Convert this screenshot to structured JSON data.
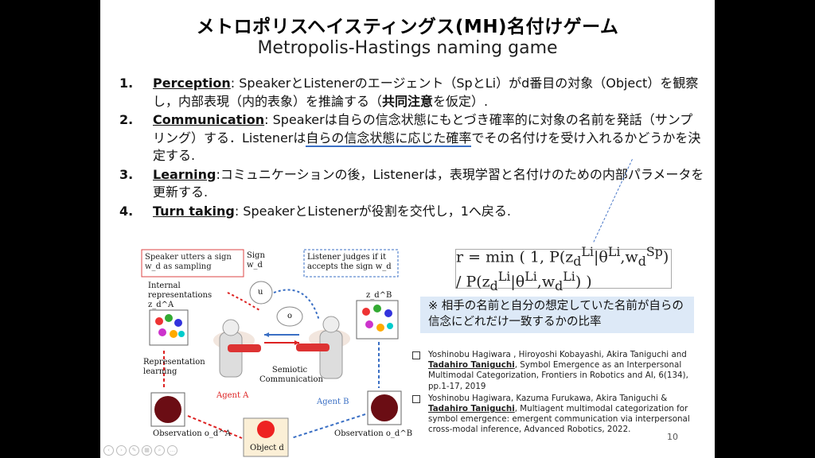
{
  "slide": {
    "title_ja": "メトロポリスヘイスティングス(MH)名付けゲーム",
    "title_en": "Metropolis-Hastings naming game",
    "steps": [
      {
        "num": "1.",
        "term": "Perception",
        "a": ": SpeakerとListenerのエージェント（SpとLi）がd番目の対象（Object）を観察し，内部表現（内的表象）を推論する（",
        "bold": "共同注意",
        "b": "を仮定）."
      },
      {
        "num": "2.",
        "term": "Communication",
        "a": ": Speakerは自らの信念状態にもとづき確率的に対象の名前を発話（サンプリング）する．Listenerは",
        "u": "自らの信念状態に応じた確率",
        "b": "でその名付けを受け入れるかどうかを決定する."
      },
      {
        "num": "3.",
        "term": "Learning",
        "a": ":コミュニケーションの後，Listenerは，表現学習と名付けのための内部パラメータを更新する."
      },
      {
        "num": "4.",
        "term": "Turn taking",
        "a": ": SpeakerとListenerが役割を交代し，1へ戻る."
      }
    ],
    "note": "※ 相手の名前と自分の想定していた名前が自らの信念にどれだけ一致するかの比率",
    "references": [
      {
        "pre": "Yoshinobu Hagiwara , Hiroyoshi Kobayashi, Akira Taniguchi and ",
        "bold": "Tadahiro Taniguchi",
        "post": ", Symbol Emergence as an Interpersonal Multimodal Categorization, Frontiers in Robotics and AI, 6(134), pp.1-17, 2019"
      },
      {
        "pre": "Yoshinobu Hagiwara, Kazuma Furukawa, Akira Taniguchi & ",
        "bold": "Tadahiro Taniguchi",
        "post": ", Multiagent multimodal categorization for symbol emergence: emergent communication via interpersonal cross-modal inference, Advanced Robotics, 2022."
      }
    ],
    "page_number": "10"
  },
  "figure": {
    "speaker_caption": "Speaker utters a sign w_d as sampling",
    "listener_caption": "Listener judges if it accepts the sign w_d",
    "sign": "Sign w_d",
    "internal": "Internal representations z_d^A",
    "zB": "z_d^B",
    "bubble_u": "u",
    "bubble_o": "o",
    "rep_learning": "Representation learning",
    "semiotic": "Semiotic Communication",
    "agentA": "Agent A",
    "agentB": "Agent B",
    "obsA": "Observation o_d^A",
    "obsB": "Observation o_d^B",
    "object": "Object d"
  },
  "colors": {
    "accent_blue": "#3a6fc4",
    "note_bg": "#dde9f7",
    "agentA": "#d22",
    "agentB": "#3a6fc4"
  }
}
